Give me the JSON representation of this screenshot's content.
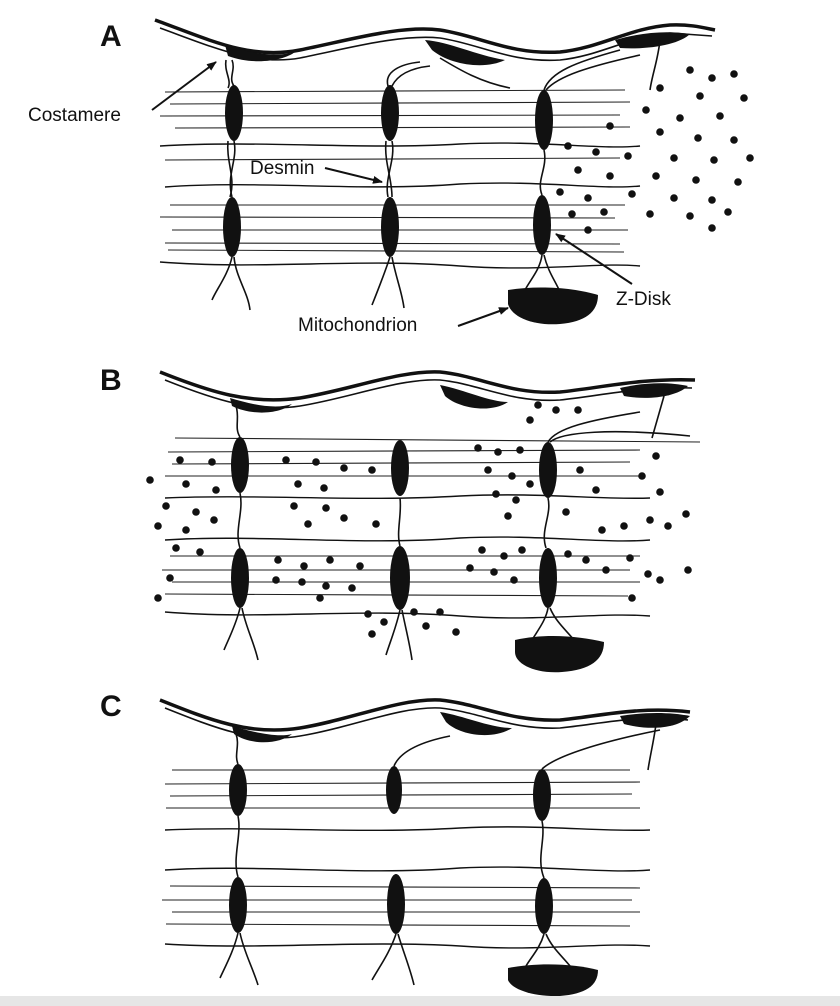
{
  "panels": [
    {
      "letter": "A"
    },
    {
      "letter": "B"
    },
    {
      "letter": "C"
    }
  ],
  "labels": {
    "costamere": "Costamere",
    "desmin": "Desmin",
    "z_disk": "Z-Disk",
    "mitochondrion": "Mitochondrion"
  }
}
